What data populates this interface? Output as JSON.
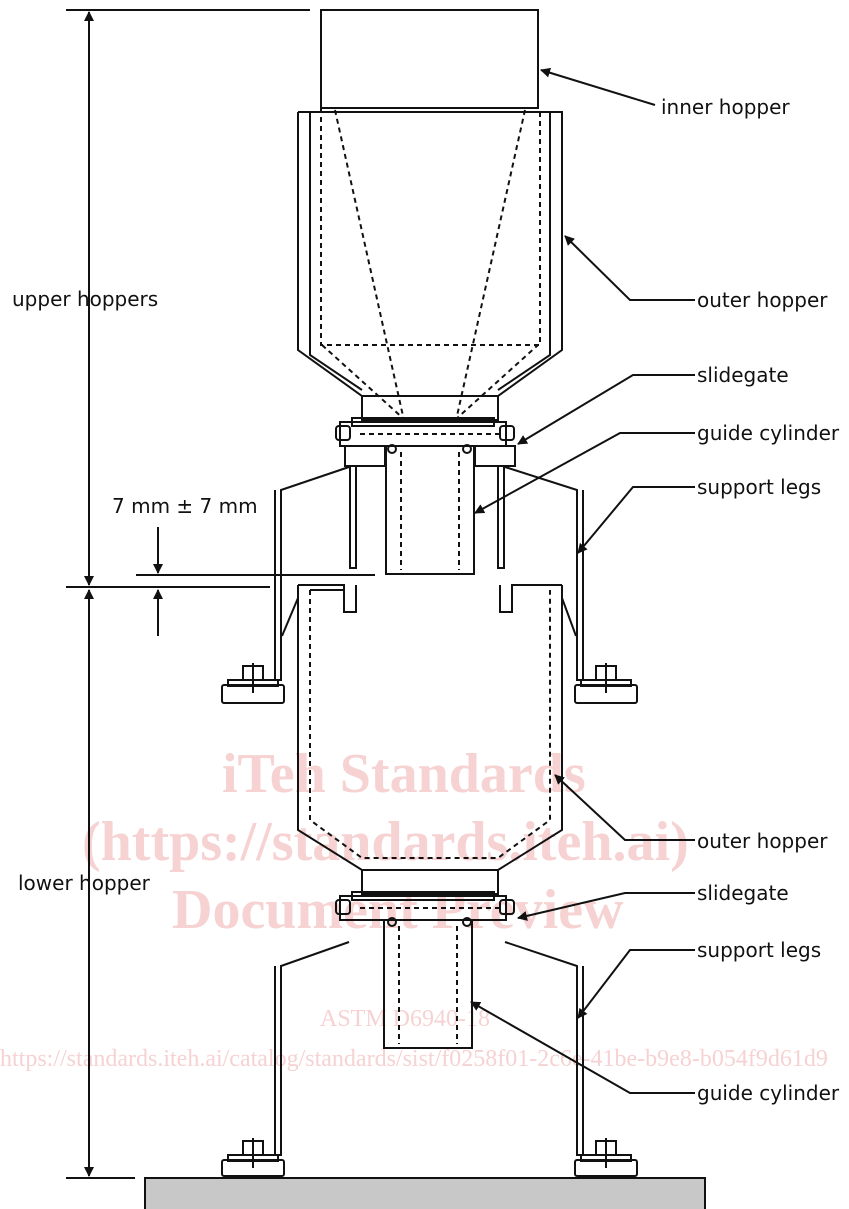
{
  "labels": {
    "upper_hoppers": "upper hoppers",
    "lower_hopper": "lower hopper",
    "gap": "7 mm ± 7 mm",
    "inner_hopper": "inner hopper",
    "outer_hopper_upper": "outer hopper",
    "slidegate_upper": "slidegate",
    "guide_cylinder_upper": "guide cylinder",
    "support_legs_upper": "support legs",
    "outer_hopper_lower": "outer hopper",
    "slidegate_lower": "slidegate",
    "support_legs_lower": "support legs",
    "guide_cylinder_lower": "guide cylinder"
  },
  "watermark": {
    "line1": "iTeh Standards",
    "line2": "(https://standards.iteh.ai)",
    "line3": "Document Preview",
    "line4": "ASTM D6940-18",
    "line5": "https://standards.iteh.ai/catalog/standards/sist/f0258f01-2c6e-41be-b9e8-b054f9d61d9"
  },
  "colors": {
    "line": "#111111",
    "watermark": "#f6d2d2",
    "base": "#c8c8c8"
  }
}
